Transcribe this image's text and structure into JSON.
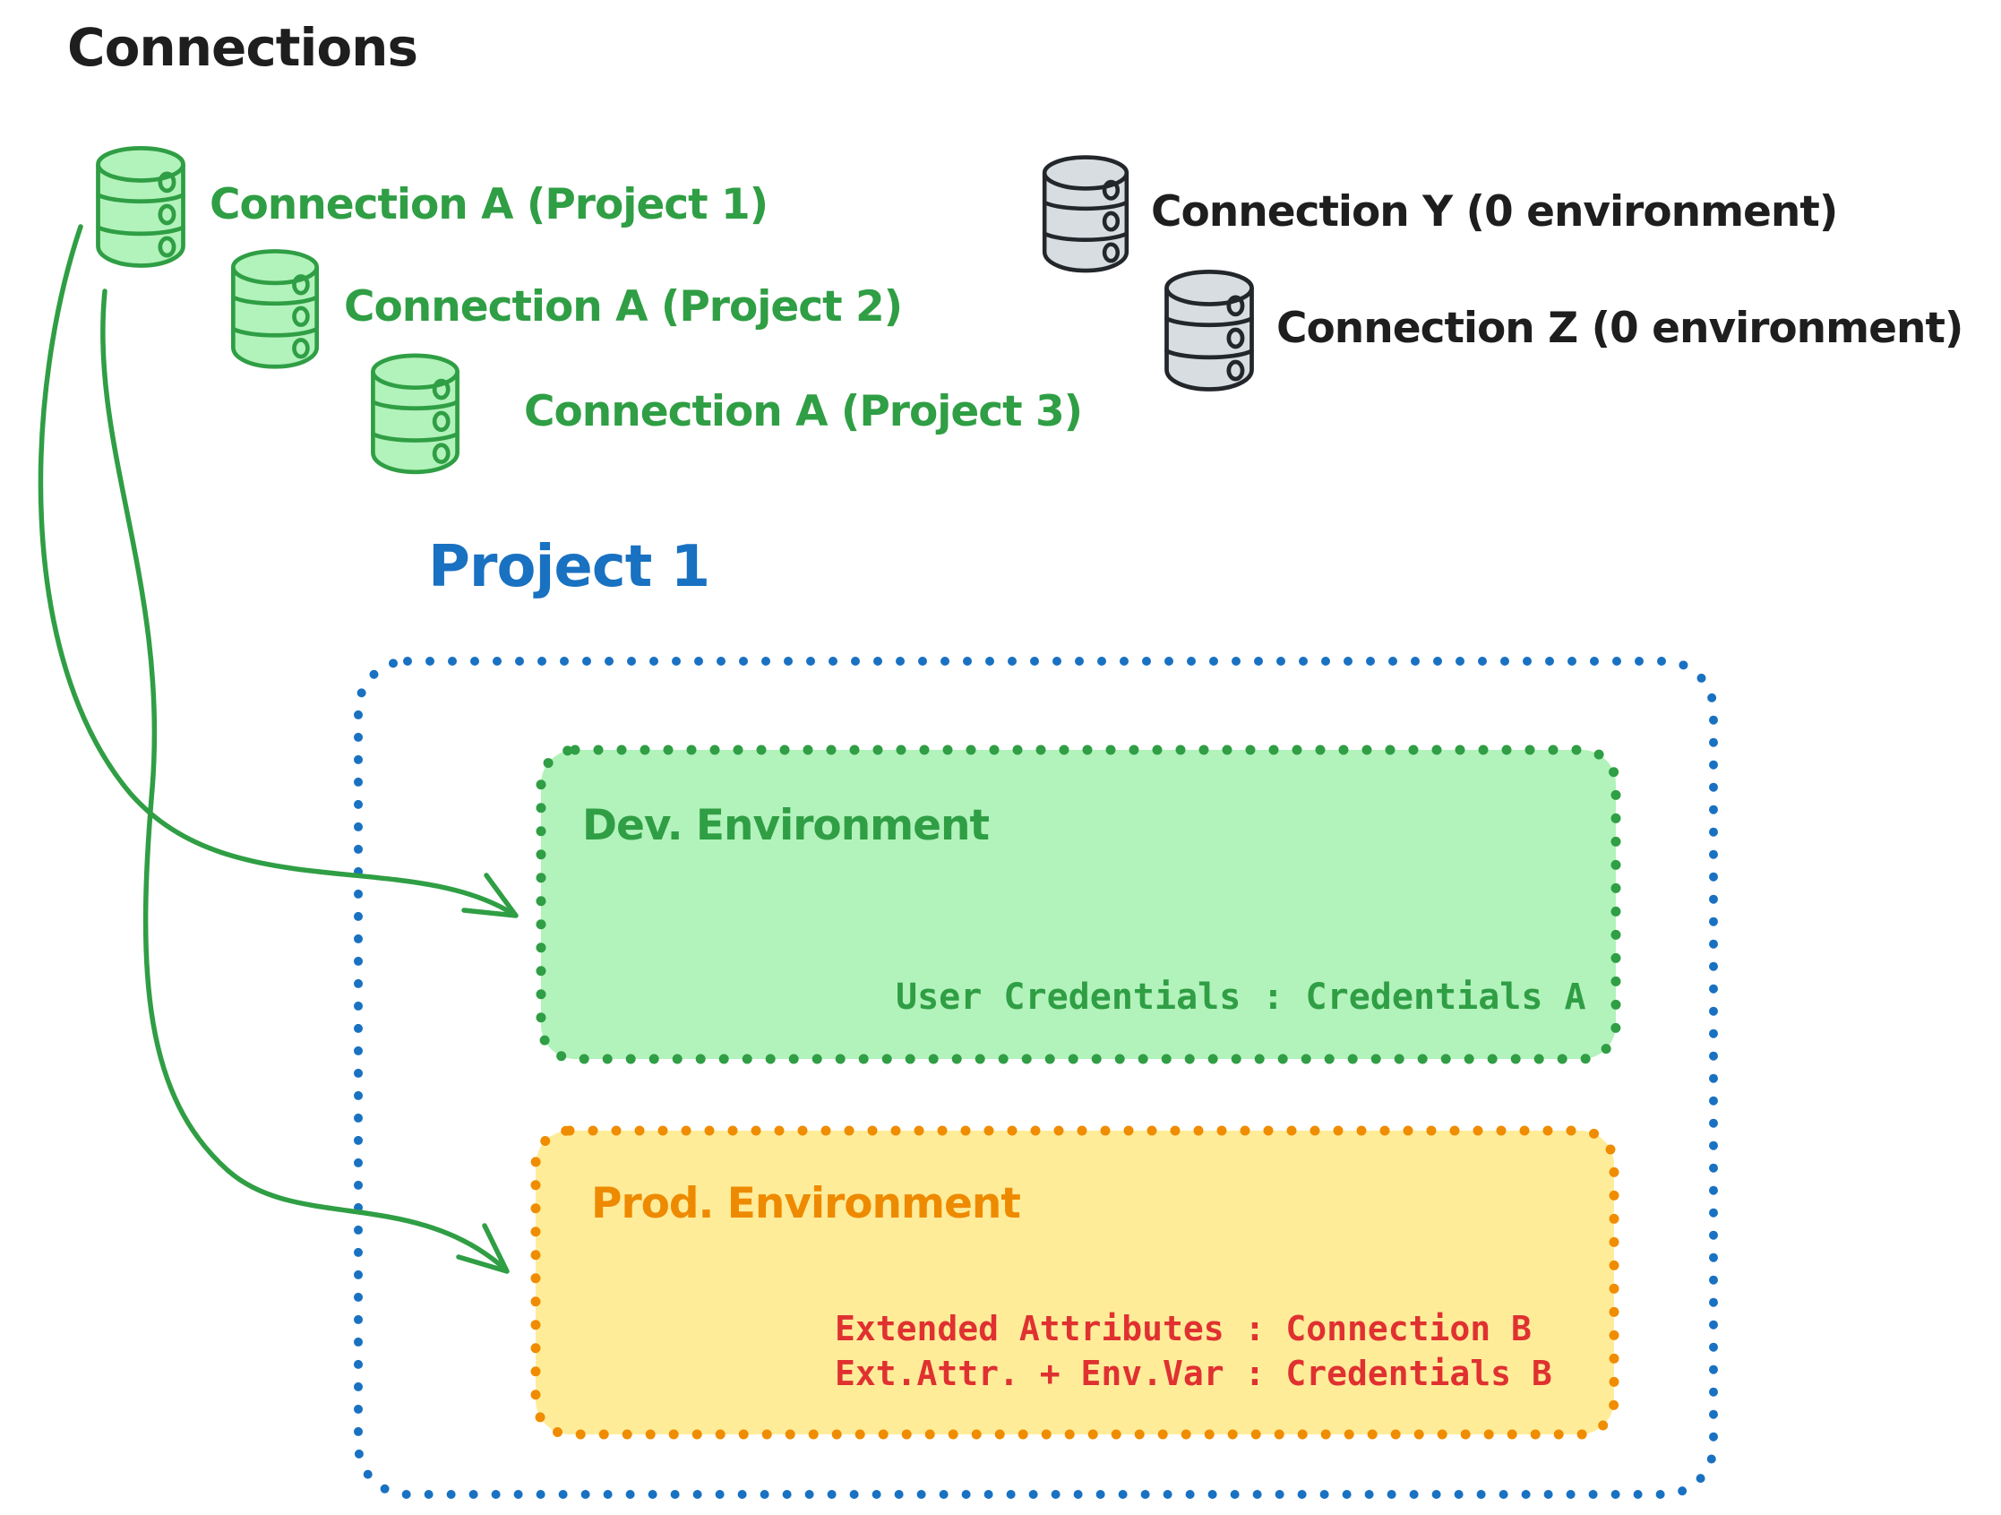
{
  "title": "Connections",
  "connections_project_a": [
    {
      "label": "Connection A (Project 1)"
    },
    {
      "label": "Connection A (Project 2)"
    },
    {
      "label": "Connection A (Project 3)"
    }
  ],
  "connections_unassigned": [
    {
      "label": "Connection Y (0 environment)"
    },
    {
      "label": "Connection Z (0 environment)"
    }
  ],
  "project": {
    "label": "Project 1",
    "dev_environment": {
      "name": "Dev. Environment",
      "credentials": "User Credentials : Credentials A"
    },
    "prod_environment": {
      "name": "Prod. Environment",
      "credential_lines": [
        "Extended Attributes : Connection B",
        "Ext.Attr. + Env.Var : Credentials B"
      ]
    }
  },
  "colors": {
    "green_stroke": "#2f9e44",
    "green_fill": "#b2f2bb",
    "blue": "#1971c2",
    "orange_stroke": "#f08c00",
    "orange_fill": "#ffec99",
    "red": "#e03131",
    "black": "#1e1e1e",
    "gray_fill": "#d8dde2"
  }
}
